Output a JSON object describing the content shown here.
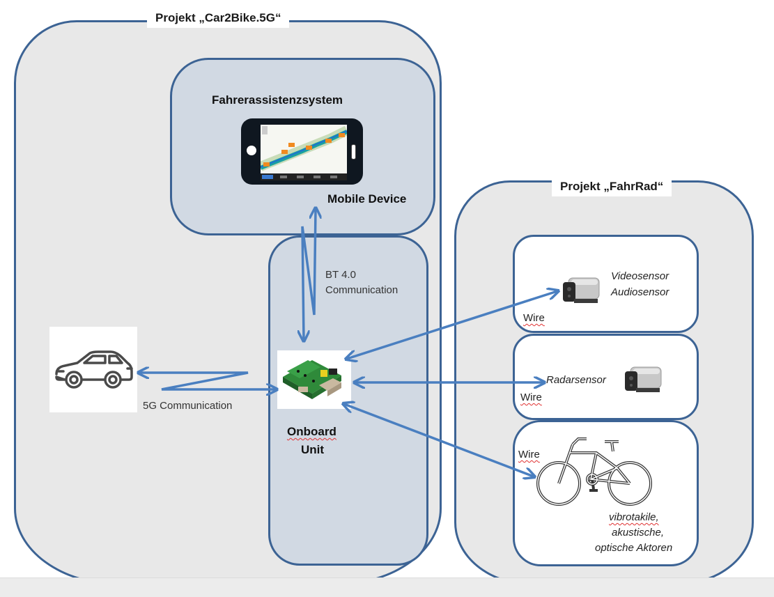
{
  "colors": {
    "outer_fill": "#e8e8e8",
    "inner_blue_fill": "#d1d9e3",
    "border": "#3c6394",
    "arrow": "#4a7fc0"
  },
  "projects": {
    "car2bike": {
      "title": "Projekt „Car2Bike.5G“",
      "driver_assistance": {
        "title": "Fahrerassistenzsystem",
        "device_label": "Mobile Device",
        "image_icon": "smartphone-map-icon"
      },
      "onboard_unit": {
        "label_line1": "Onboard",
        "label_line2": "Unit",
        "image_icon": "circuit-board-icon"
      },
      "bt_link": {
        "line1": "BT 4.0",
        "line2": "Communication"
      },
      "car": {
        "image_icon": "car-icon",
        "link_label": "5G Communication"
      }
    },
    "fahrrad": {
      "title": "Projekt „FahrRad“",
      "modules": [
        {
          "wire_label": "Wire",
          "sensor_lines": [
            "Videosensor",
            "Audiosensor"
          ],
          "image_icon": "camera-sensor-icon"
        },
        {
          "wire_label": "Wire",
          "sensor_lines": [
            "Radarsensor"
          ],
          "image_icon": "camera-sensor-icon"
        },
        {
          "wire_label": "Wire",
          "sensor_lines": [
            "vibrotakile,",
            "akustische,",
            "optische Aktoren"
          ],
          "image_icon": "bicycle-icon"
        }
      ]
    }
  }
}
